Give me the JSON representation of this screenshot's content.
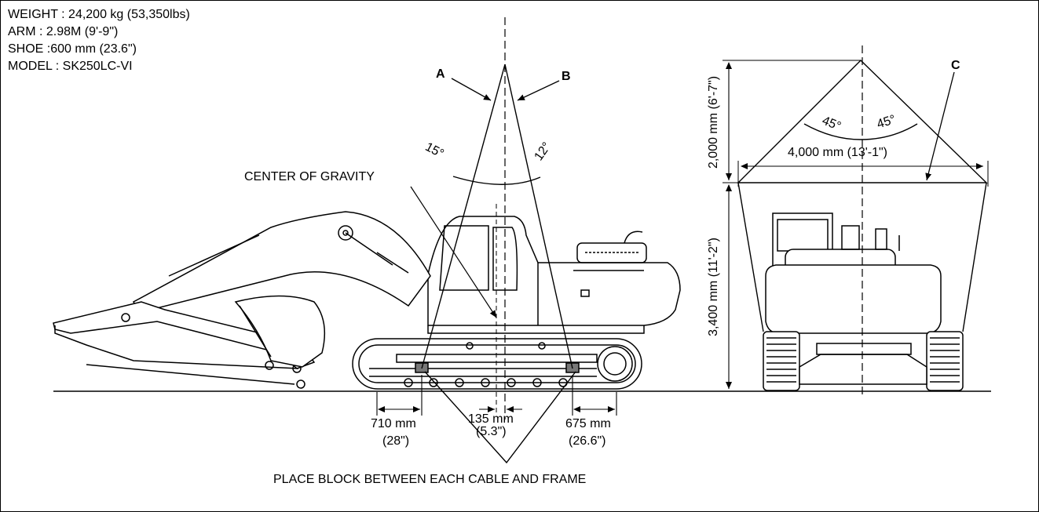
{
  "specs": {
    "weight": "WEIGHT : 24,200 kg (53,350lbs)",
    "arm": "ARM : 2.98M (9'-9\")",
    "shoe": "SHOE :600 mm (23.6\")",
    "model": "MODEL : SK250LC-VI"
  },
  "labels": {
    "sling_a": "A",
    "sling_b": "B",
    "sling_c": "C",
    "center_of_gravity": "CENTER OF GRAVITY",
    "angle_a": "15°",
    "angle_b": "12°",
    "angle_c_left": "45°",
    "angle_c_right": "45°",
    "place_block": "PLACE BLOCK BETWEEN EACH CABLE AND FRAME"
  },
  "dimensions": {
    "left_offset_mm": "710 mm",
    "left_offset_in": "(28\")",
    "cg_offset_mm": "135 mm",
    "cg_offset_in": "(5.3\")",
    "right_offset_mm": "675 mm",
    "right_offset_in": "(26.6\")",
    "spreader_width": "4,000 mm (13'-1\")",
    "sling_height": "2,000 mm (6'-7\")",
    "machine_height": "3,400 mm (11'-2\")"
  }
}
